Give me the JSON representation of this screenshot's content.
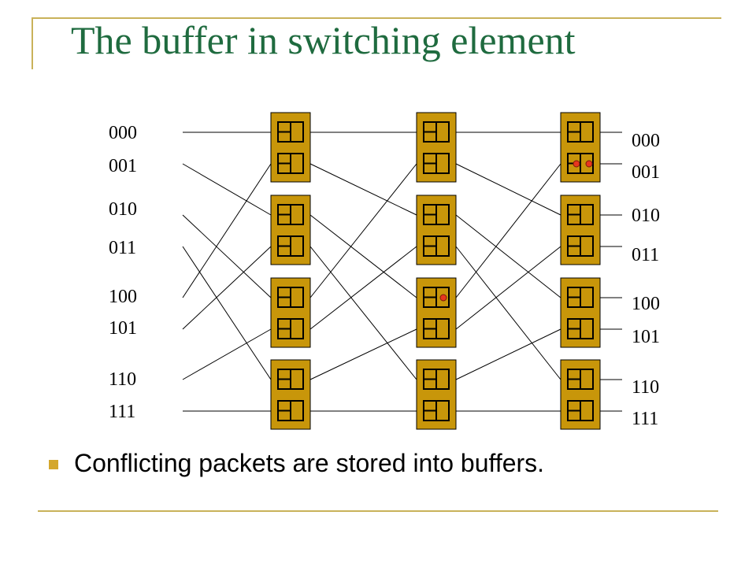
{
  "slide": {
    "title": "The buffer in switching element",
    "bullet": "Conflicting packets are stored into buffers."
  },
  "diagram": {
    "input_labels": [
      "000",
      "001",
      "010",
      "011",
      "100",
      "101",
      "110",
      "111"
    ],
    "output_labels": [
      "000",
      "001",
      "010",
      "011",
      "100",
      "101",
      "110",
      "111"
    ],
    "stage_count": 3,
    "switches_per_stage": 4,
    "buffered_packets": [
      {
        "stage": 3,
        "switch": 1,
        "buffer": 2,
        "packets": 2
      },
      {
        "stage": 2,
        "switch": 3,
        "buffer": 1,
        "packets": 1
      }
    ]
  },
  "colors": {
    "switch_fill": "#c8960a",
    "packet": "#e8361e",
    "title": "#1f6b3f",
    "accent": "#c9b25a",
    "bullet": "#d4a72c"
  }
}
